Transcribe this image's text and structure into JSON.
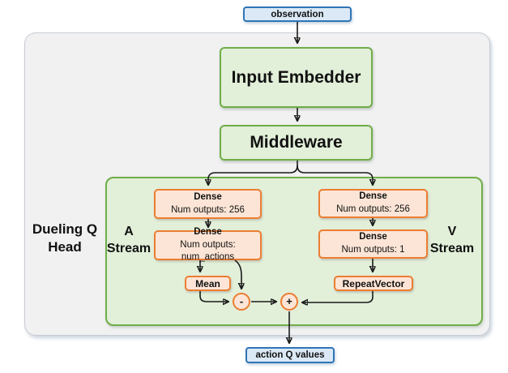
{
  "colors": {
    "blue_border": "#2e75b6",
    "blue_fill": "#dbe9f6",
    "green_border": "#70ad47",
    "green_fill": "#e2efd9",
    "orange_border": "#ed7d31",
    "orange_fill": "#fce5d6",
    "panel_fill": "#f1f1f2"
  },
  "diagram": {
    "observation_label": "observation",
    "input_embedder_label": "Input Embedder",
    "middleware_label": "Middleware",
    "dueling_head_label": "Dueling Q Head",
    "streams": [
      {
        "label": "A Stream",
        "layers": [
          {
            "title": "Dense",
            "subtitle": "Num outputs: 256"
          },
          {
            "title": "Dense",
            "subtitle": "Num outputs: num_actions"
          }
        ],
        "op_label": "Mean"
      },
      {
        "label": "V Stream",
        "layers": [
          {
            "title": "Dense",
            "subtitle": "Num outputs: 256"
          },
          {
            "title": "Dense",
            "subtitle": "Num outputs: 1"
          }
        ],
        "op_label": "RepeatVector"
      }
    ],
    "minus_node_label": "-",
    "plus_node_label": "+",
    "action_label": "action Q values"
  }
}
